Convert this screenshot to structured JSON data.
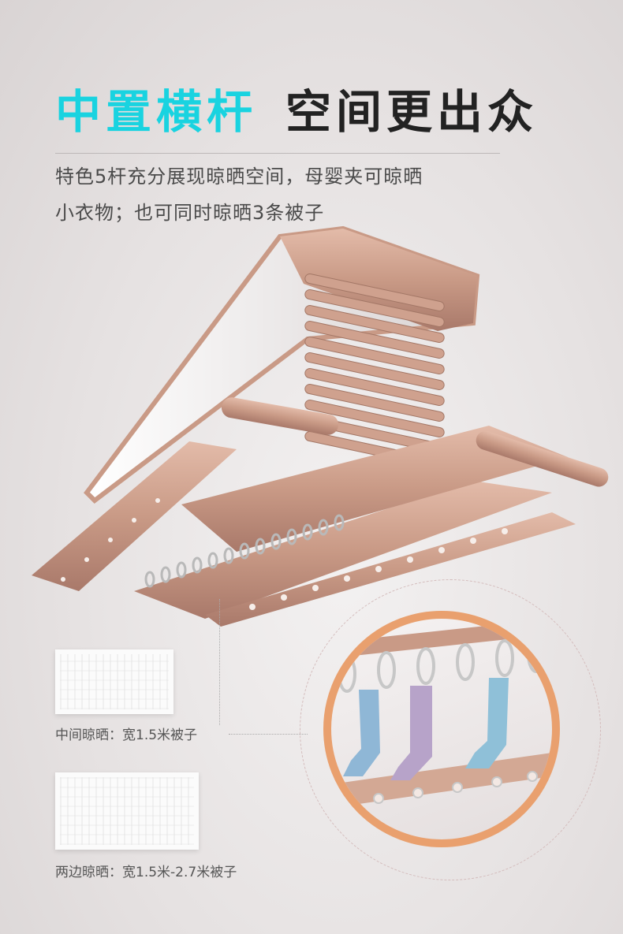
{
  "header": {
    "title_accent": "中置横杆",
    "title_main": "空间更出众",
    "subtitle_line1": "特色5杆充分展现晾晒空间，母婴夹可晾晒",
    "subtitle_line2": "小衣物；也可同时晾晒3条被子"
  },
  "product": {
    "name_icon": "drying-rack-icon",
    "accent_color": "#c99a86"
  },
  "detail": {
    "name_icon": "sock-clips-icon",
    "ring_color": "#e9a06e",
    "sock_colors": [
      "#8fb7d6",
      "#b7a3c9",
      "#8fc0d8"
    ]
  },
  "captions": {
    "middle": "中间晾晒：宽1.5米被子",
    "sides": "两边晾晒：宽1.5米-2.7米被子"
  }
}
